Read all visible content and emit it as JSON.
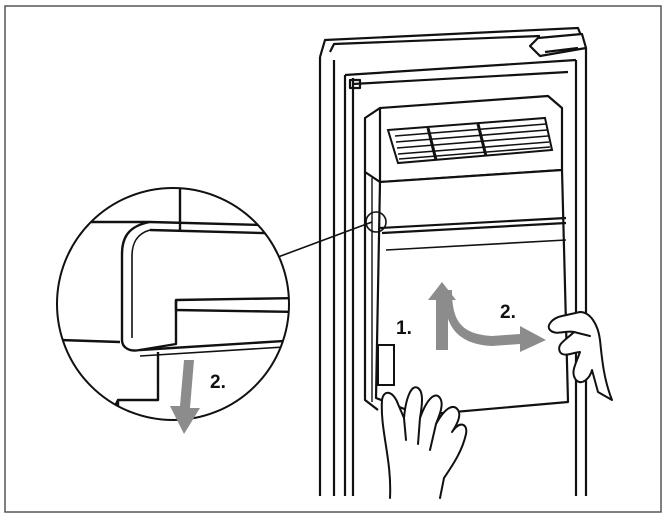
{
  "diagram": {
    "step_labels": {
      "step1": "1.",
      "step2_main": "2.",
      "step2_detail": "2."
    },
    "arrow_color": "#8c8c8c",
    "line_color": "#111111",
    "frame_color": "#555555"
  }
}
